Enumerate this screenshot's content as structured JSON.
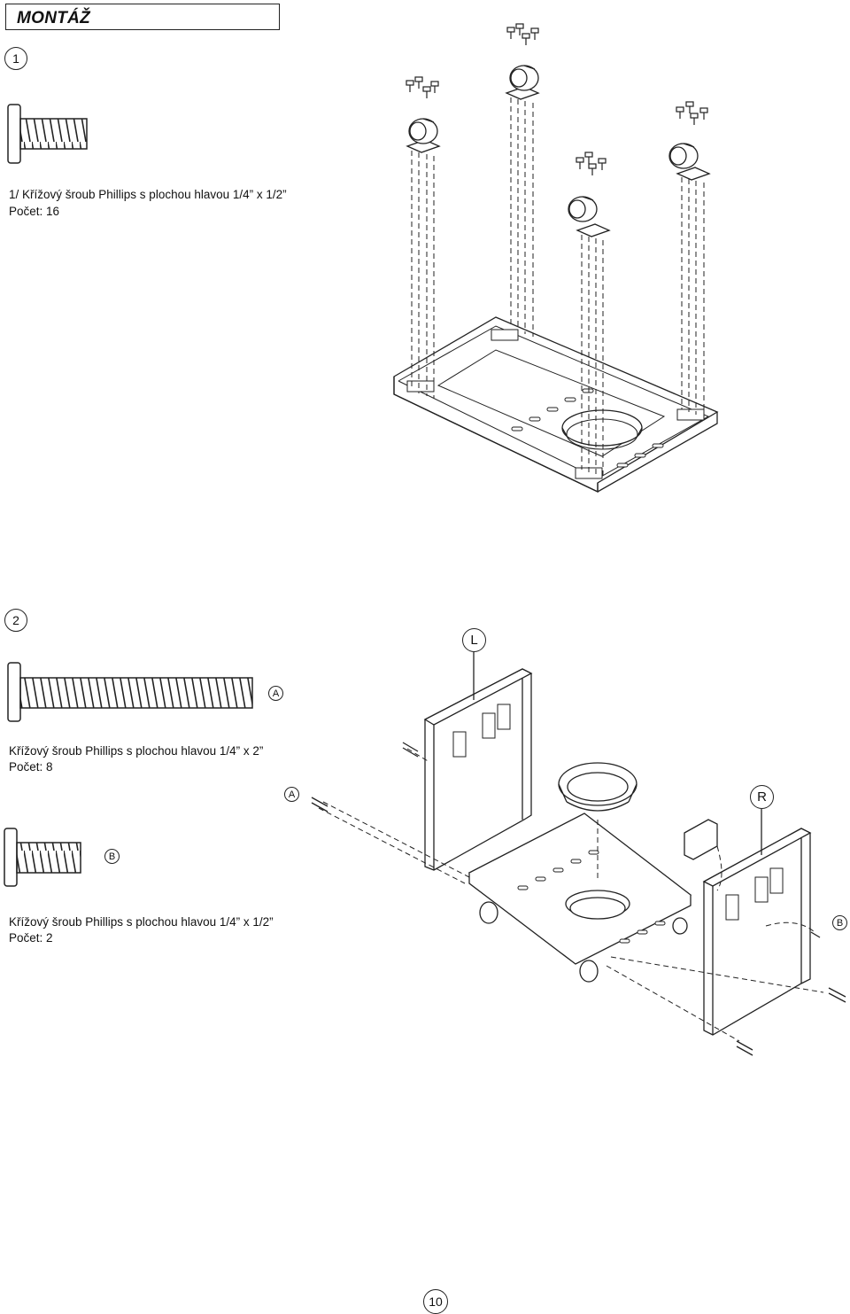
{
  "header": {
    "title": "MONTÁŽ"
  },
  "step1": {
    "number": "1",
    "screw_caption": "1/ Křížový šroub Phillips s plochou hlavou 1/4” x 1/2”",
    "count": "Počet: 16"
  },
  "step2": {
    "number": "2",
    "screw_a": {
      "label": "A",
      "caption": "Křížový šroub Phillips s plochou hlavou 1/4” x 2”",
      "count": "Počet: 8"
    },
    "screw_b": {
      "label": "B",
      "caption": "Křížový šroub Phillips s plochou hlavou 1/4” x 1/2”",
      "count": "Počet: 2"
    },
    "callouts": {
      "left": "L",
      "right": "R",
      "a": "A",
      "b": "B"
    }
  },
  "footer": {
    "page_number": "10"
  }
}
